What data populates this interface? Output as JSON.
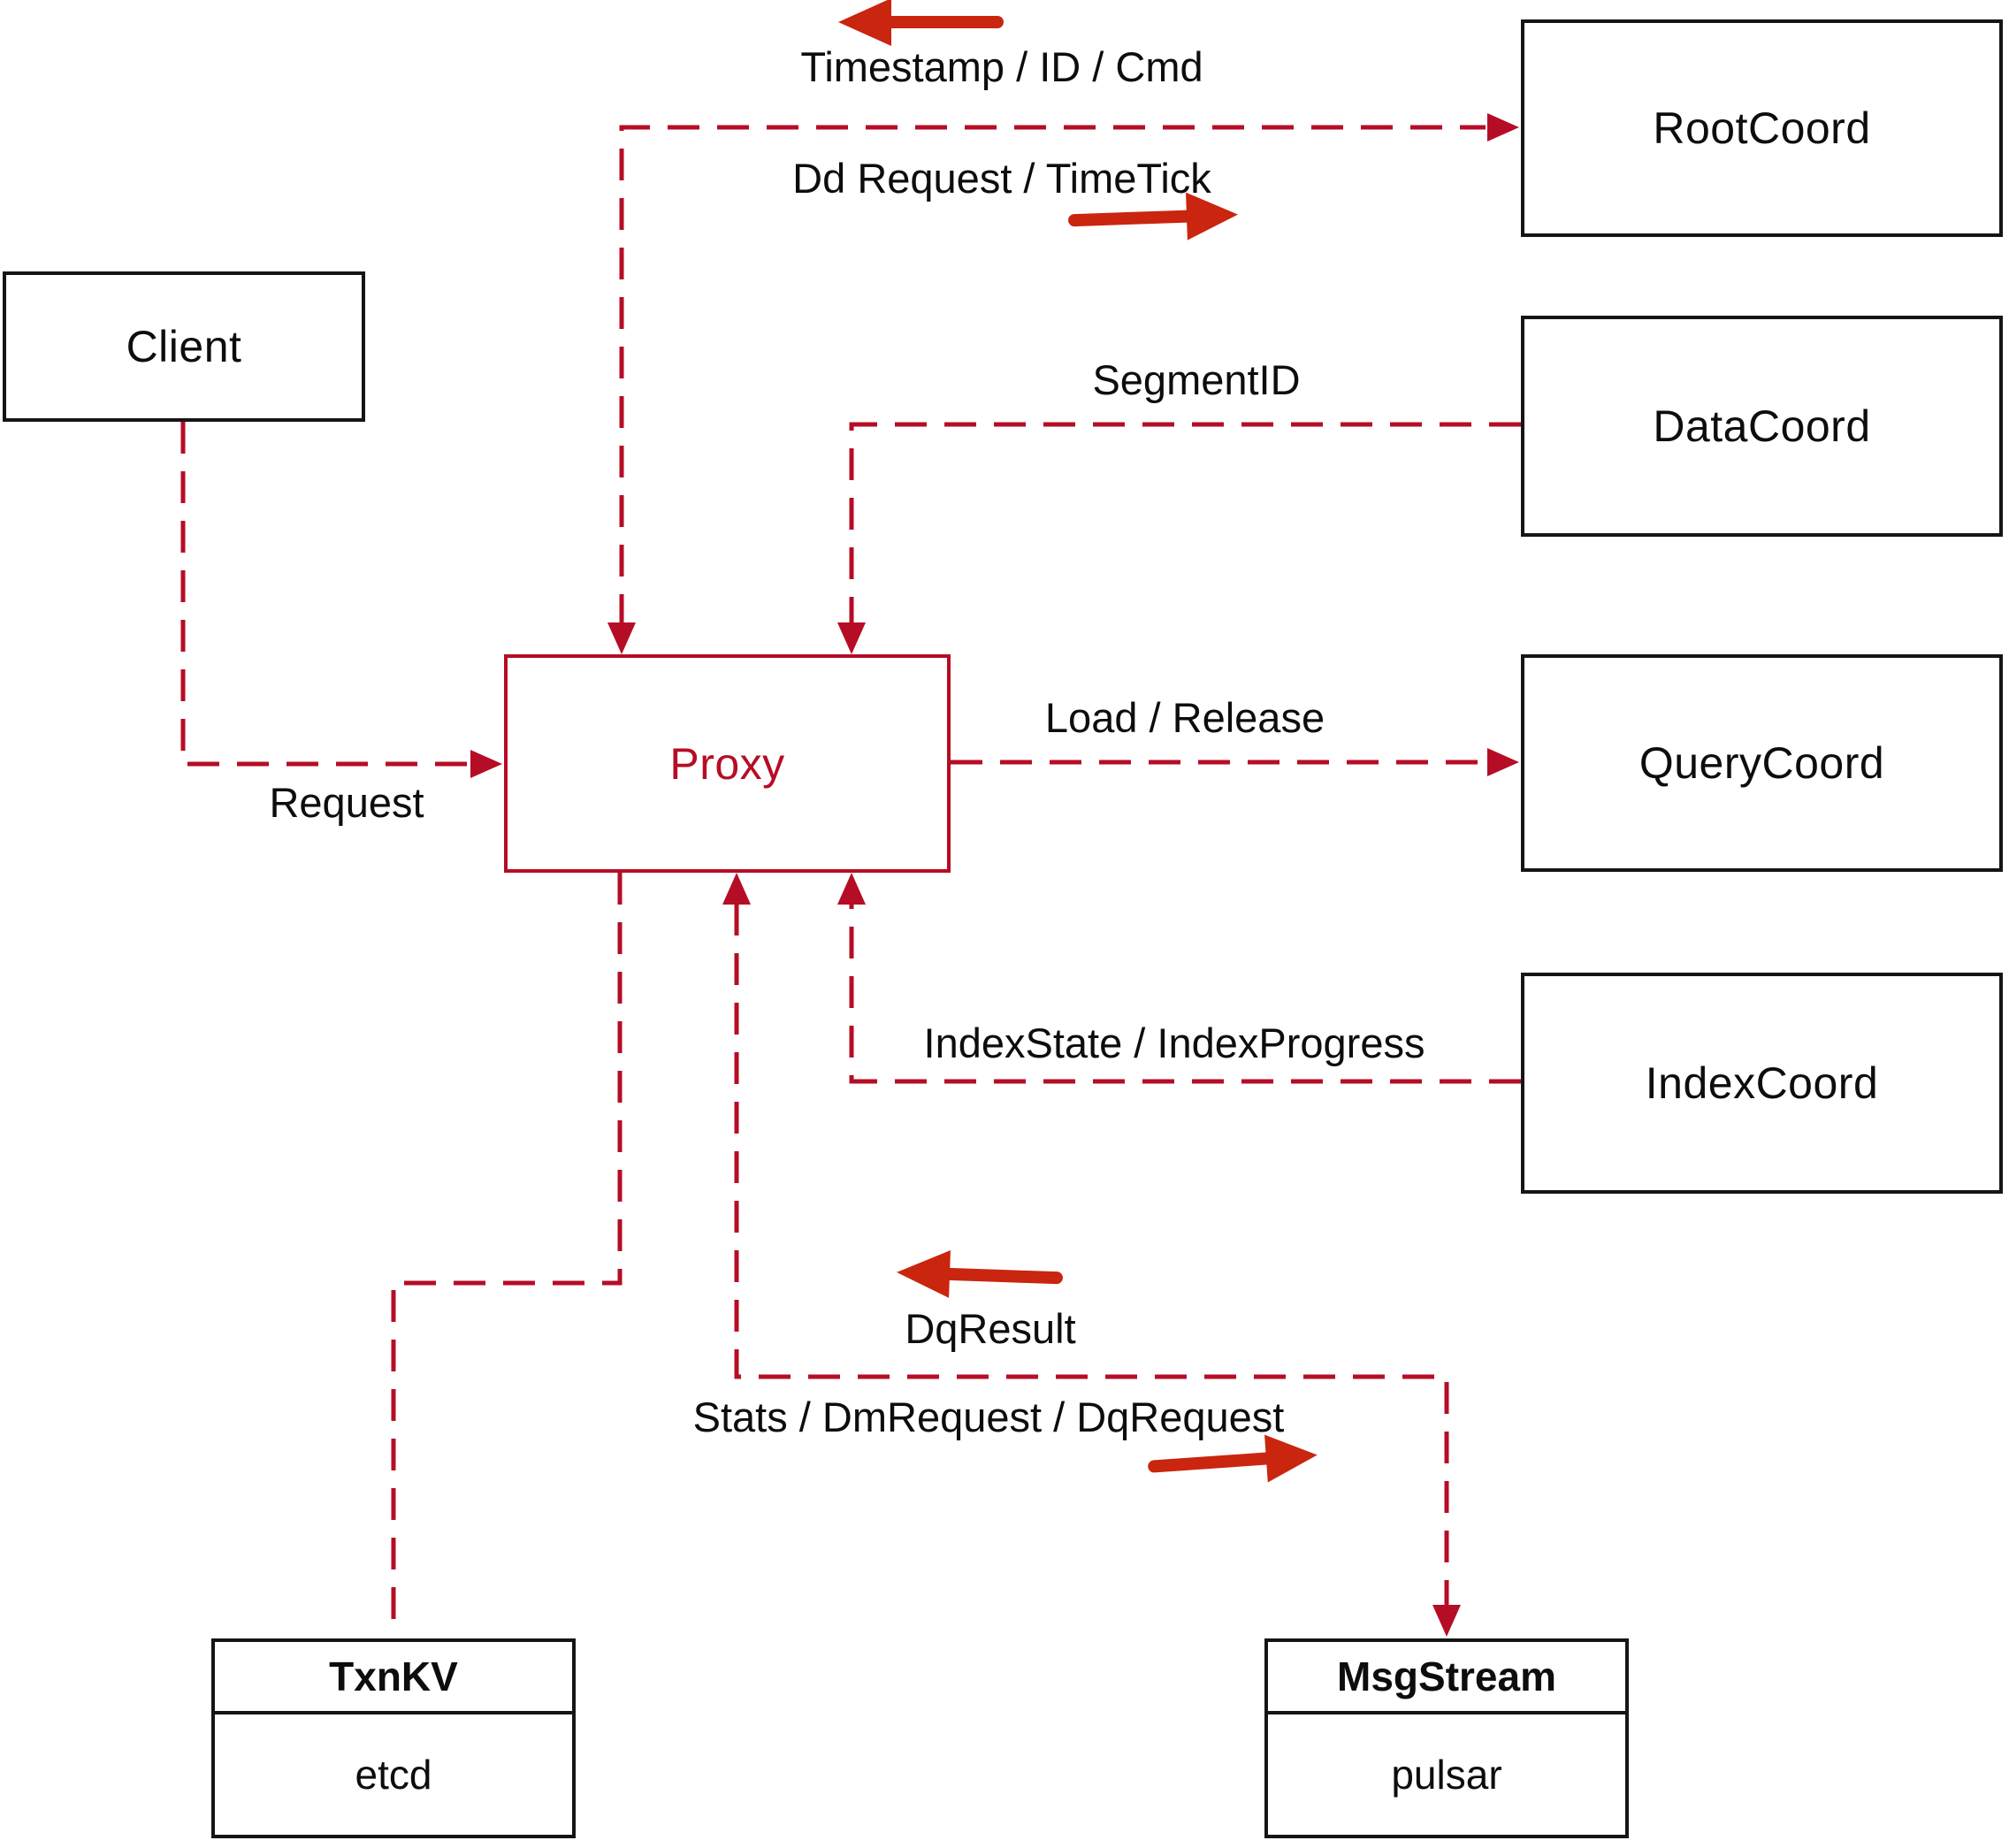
{
  "diagram": {
    "nodes": {
      "client": {
        "label": "Client"
      },
      "proxy": {
        "label": "Proxy"
      },
      "root_coord": {
        "label": "RootCoord"
      },
      "data_coord": {
        "label": "DataCoord"
      },
      "query_coord": {
        "label": "QueryCoord"
      },
      "index_coord": {
        "label": "IndexCoord"
      },
      "txn_kv": {
        "title": "TxnKV",
        "subtitle": "etcd"
      },
      "msg_stream": {
        "title": "MsgStream",
        "subtitle": "pulsar"
      }
    },
    "edge_labels": {
      "timestamp_id_cmd": "Timestamp / ID / Cmd",
      "dd_request_timetick": "Dd Request / TimeTick",
      "segment_id": "SegmentID",
      "load_release": "Load / Release",
      "index_state": "IndexState / IndexProgress",
      "request": "Request",
      "dq_result": "DqResult",
      "stats_dm_dq": "Stats / DmRequest / DqRequest"
    },
    "colors": {
      "dashed_line_red": "#b60d26",
      "solid_arrow_red": "#c9250f",
      "box_border_black": "#151515",
      "label_text": "#0d0d0d"
    }
  }
}
